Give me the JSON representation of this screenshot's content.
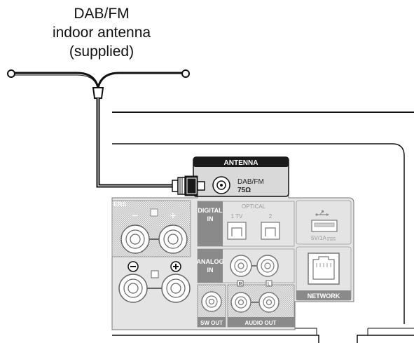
{
  "caption": {
    "line1": "DAB/FM",
    "line2": "indoor antenna",
    "line3": "(supplied)"
  },
  "panel": {
    "antenna_header": "ANTENNA",
    "dabfm": "DAB/FM",
    "impedance": "75Ω",
    "speakers_fragment": "ERS",
    "digital_in_1": "DIGITAL",
    "digital_in_2": "IN",
    "optical": "OPTICAL",
    "tv": "1 TV",
    "optical_2": "2",
    "usb_rating": "5V/1A",
    "analog_in_1": "ANALOG",
    "analog_in_2": "IN",
    "network": "NETWORK",
    "sw_out": "SW OUT",
    "audio_out": "AUDIO OUT",
    "r": "R",
    "l": "L",
    "minus": "−",
    "plus": "+"
  },
  "colors": {
    "panel_bg": "#e6e6e6",
    "dark": "#1a1a1a",
    "grey_label": "#8a8a8a"
  }
}
